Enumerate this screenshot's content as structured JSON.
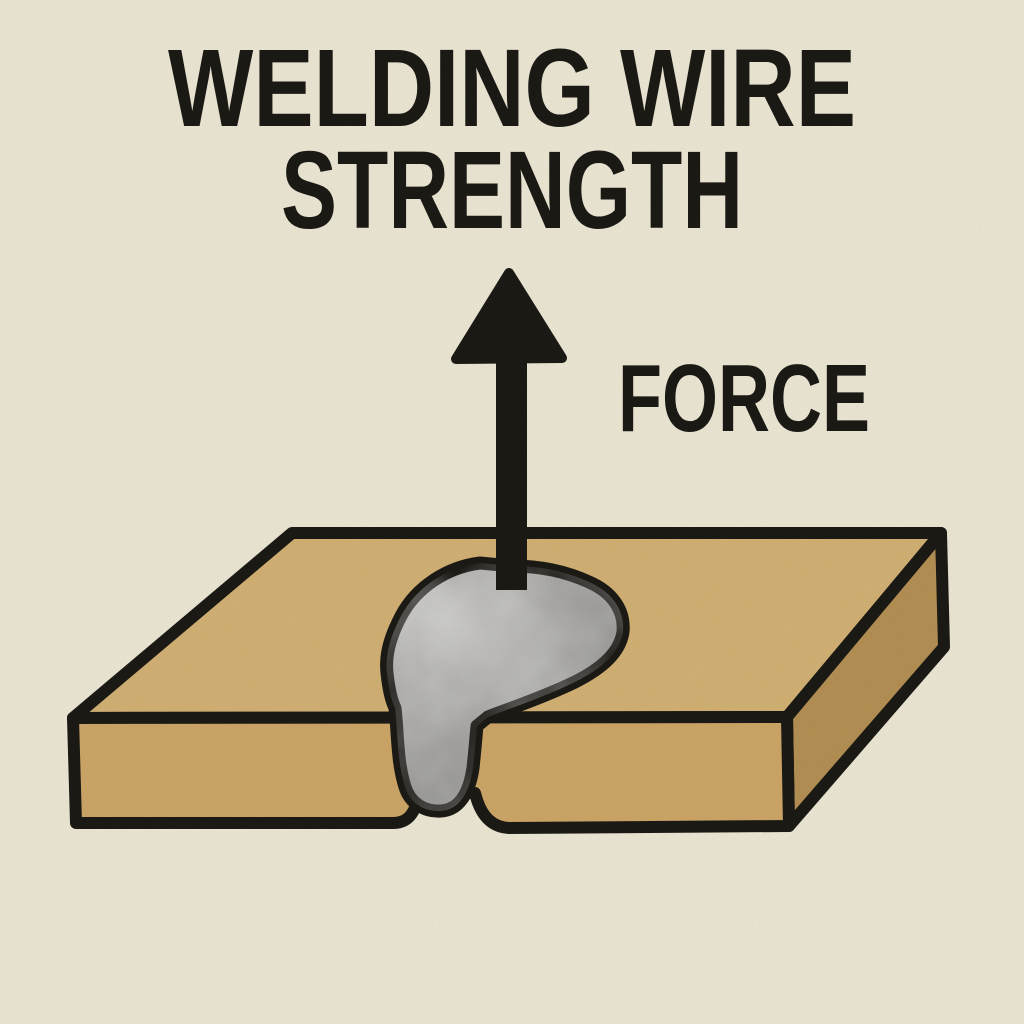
{
  "title": {
    "line1": "WELDING WIRE",
    "line2": "STRENGTH"
  },
  "force": {
    "label": "FORCE"
  },
  "colors": {
    "background": "#f2ecd9",
    "ink": "#1d1b16",
    "plate_top": "#d7b577",
    "plate_front": "#d2aa6a",
    "plate_side": "#b89356",
    "weld_light": "#c9c8c6",
    "weld_mid": "#a7a6a4",
    "weld_dark": "#8d8c8a"
  }
}
